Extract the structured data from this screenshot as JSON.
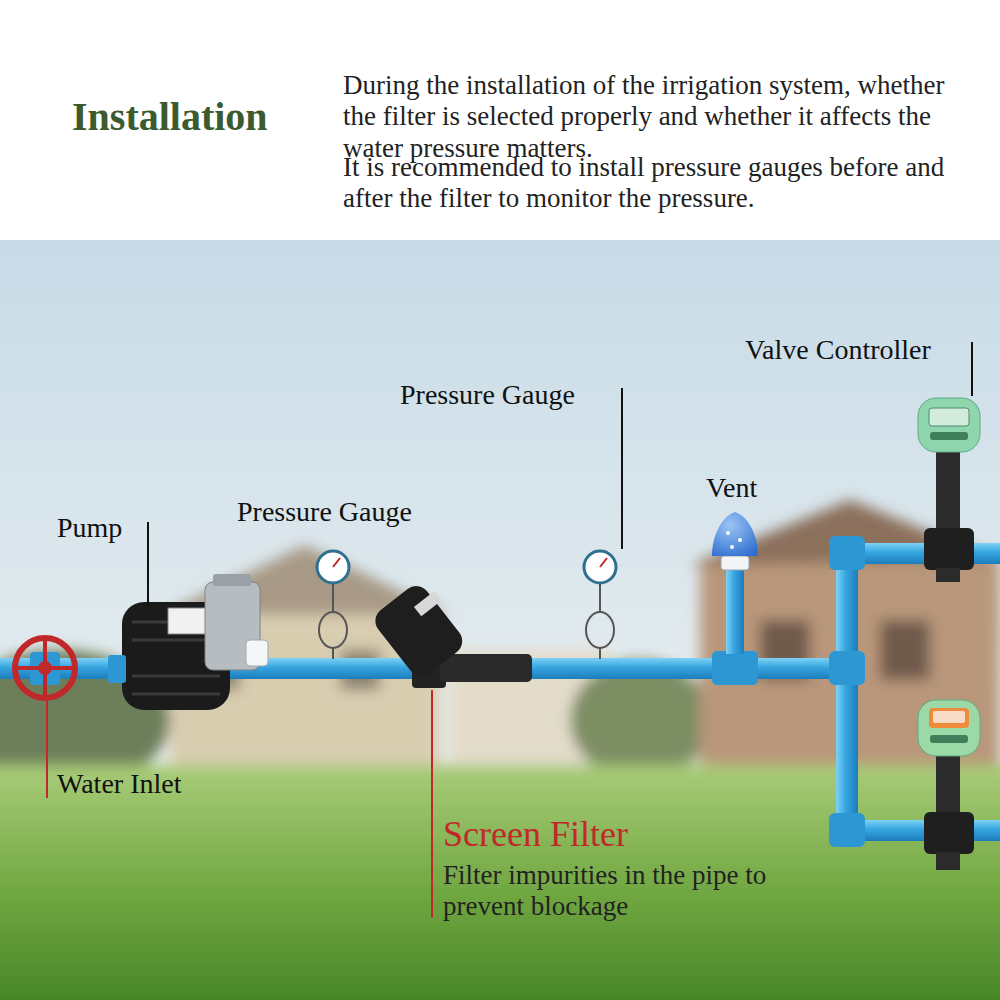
{
  "diagram": {
    "title": "Installation",
    "labels": [
      "During the installation of the irrigation system, whether the filter is selected properly and whether it affects the water pressure matters.",
      "It is recommended to install pressure gauges before and after the filter to monitor the pressure.",
      "Valve Controller",
      "Pressure Gauge",
      "Vent",
      "Pump",
      "Pressure Gauge",
      "Water Inlet",
      "Screen Filter",
      "Filter impurities in the pipe to prevent blockage"
    ]
  }
}
